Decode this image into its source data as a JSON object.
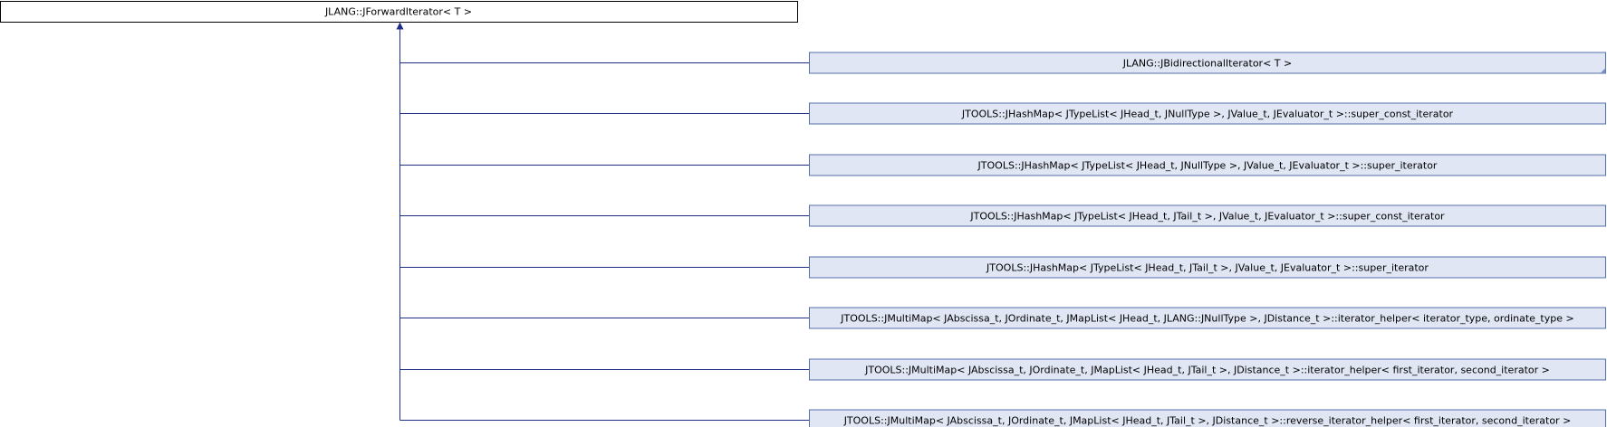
{
  "diagram": {
    "base": {
      "label": "JLANG::JForwardIterator< T >"
    },
    "derived": [
      {
        "label": "JLANG::JBidirectionalIterator< T >"
      },
      {
        "label": "JTOOLS::JHashMap< JTypeList< JHead_t, JNullType >, JValue_t, JEvaluator_t >::super_const_iterator"
      },
      {
        "label": "JTOOLS::JHashMap< JTypeList< JHead_t, JNullType >, JValue_t, JEvaluator_t >::super_iterator"
      },
      {
        "label": "JTOOLS::JHashMap< JTypeList< JHead_t, JTail_t >, JValue_t, JEvaluator_t >::super_const_iterator"
      },
      {
        "label": "JTOOLS::JHashMap< JTypeList< JHead_t, JTail_t >, JValue_t, JEvaluator_t >::super_iterator"
      },
      {
        "label": "JTOOLS::JMultiMap< JAbscissa_t, JOrdinate_t, JMapList< JHead_t, JLANG::JNullType >, JDistance_t >::iterator_helper< iterator_type, ordinate_type >"
      },
      {
        "label": "JTOOLS::JMultiMap< JAbscissa_t, JOrdinate_t, JMapList< JHead_t, JTail_t >, JDistance_t >::iterator_helper< first_iterator, second_iterator >"
      },
      {
        "label": "JTOOLS::JMultiMap< JAbscissa_t, JOrdinate_t, JMapList< JHead_t, JTail_t >, JDistance_t >::reverse_iterator_helper< first_iterator, second_iterator >"
      }
    ]
  },
  "colors": {
    "edge": "#1f2f86",
    "derived_fill": "#e0e6f4",
    "derived_stroke": "#566fa8",
    "base_fill": "#ffffff"
  }
}
